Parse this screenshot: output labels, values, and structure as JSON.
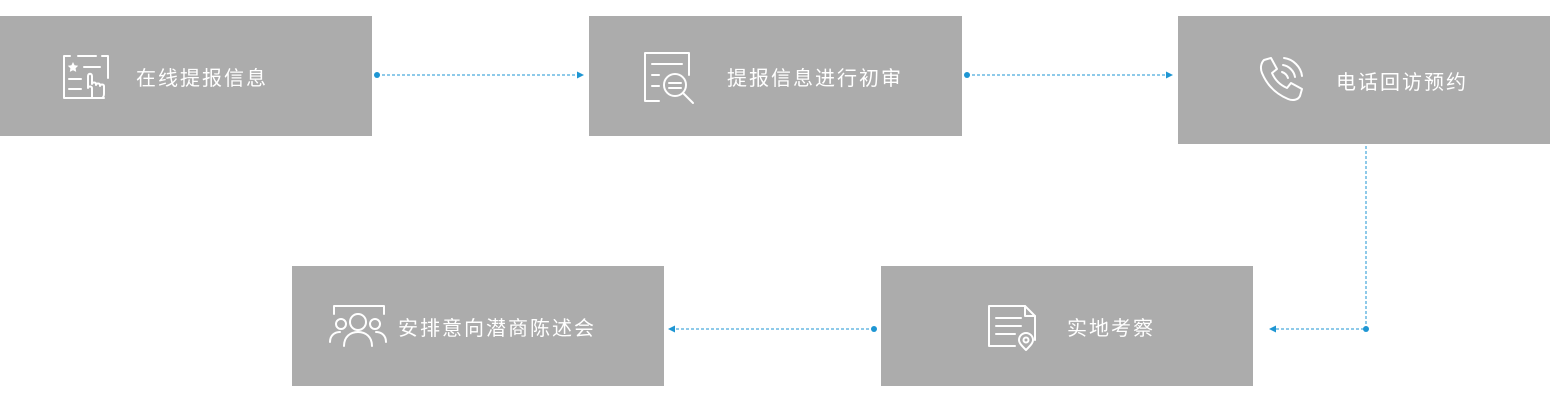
{
  "steps": [
    {
      "label": "在线提报信息",
      "icon": "form-click-icon"
    },
    {
      "label": "提报信息进行初审",
      "icon": "document-search-icon"
    },
    {
      "label": "电话回访预约",
      "icon": "phone-call-icon"
    },
    {
      "label": "实地考察",
      "icon": "document-location-icon"
    },
    {
      "label": "安排意向潜商陈述会",
      "icon": "group-meeting-icon"
    }
  ],
  "colors": {
    "box": "#acacac",
    "text": "#ffffff",
    "connector": "#1e96d3"
  }
}
